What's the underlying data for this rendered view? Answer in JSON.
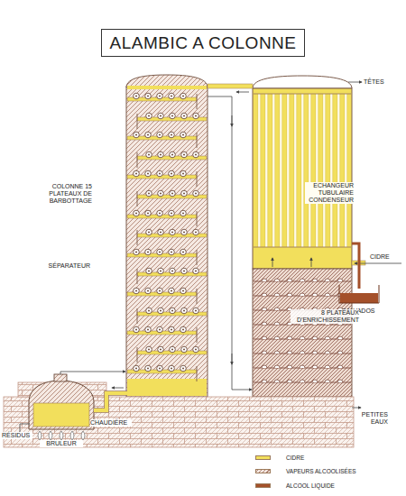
{
  "diagram": {
    "title": "ALAMBIC A COLONNE",
    "labels": [
      "TÊTES",
      "COLONNE 15 PLATEAUX DE BARBOTTAGE",
      "ECHANGEUR TUBULAIRE CONDENSEUR",
      "CIDRE",
      "SÉPARATEUR",
      "CALVADOS",
      "8 PLATEAUX D'ENRICHISSEMENT",
      "PETITES EAUX",
      "CHAUDIÈRE",
      "RÉSIDUS",
      "BRULEUR"
    ],
    "legend": [
      {
        "text": "CIDRE",
        "color": "#f2df5c"
      },
      {
        "text": "VAPEURS ALCOOLISÉES"
      },
      {
        "text": "ALCOOL LIQUIDE",
        "color": "#a4502a"
      }
    ]
  }
}
